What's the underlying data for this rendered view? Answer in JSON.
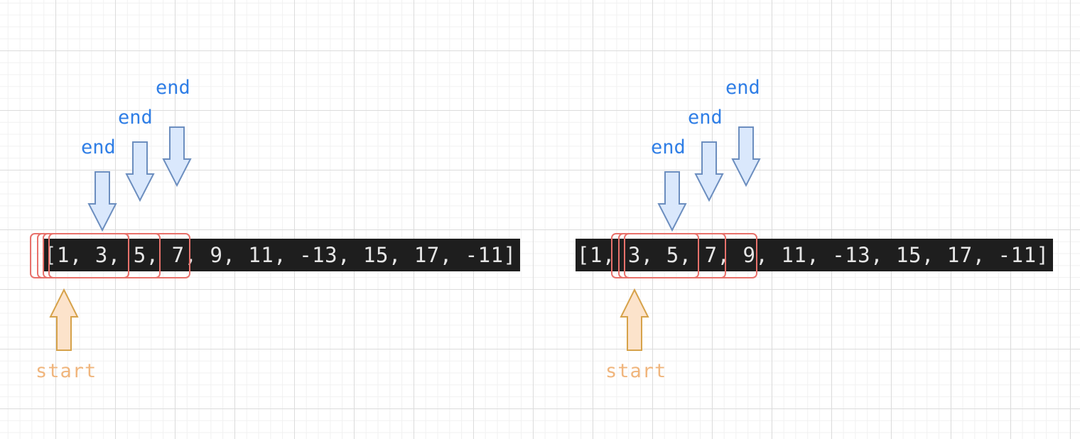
{
  "colors": {
    "end_label": "#2f7ee6",
    "end_arrow_fill": "#dae8fc",
    "end_arrow_stroke": "#6c8ebf",
    "start_label": "#f0b57c",
    "start_arrow_fill": "#fce3cb",
    "start_arrow_stroke": "#d6a24a",
    "window_border": "#e8716b",
    "array_background": "#1e1e1e",
    "array_text": "#e6e6e6"
  },
  "panels": [
    {
      "array_text": "[1, 3, 5, 7, 9, 11, -13, 15, 17, -11]",
      "end_labels": [
        "end",
        "end",
        "end"
      ],
      "start_label": "start"
    },
    {
      "array_text": "[1, 3, 5, 7, 9, 11, -13, 15, 17, -11]",
      "end_labels": [
        "end",
        "end",
        "end"
      ],
      "start_label": "start"
    }
  ]
}
